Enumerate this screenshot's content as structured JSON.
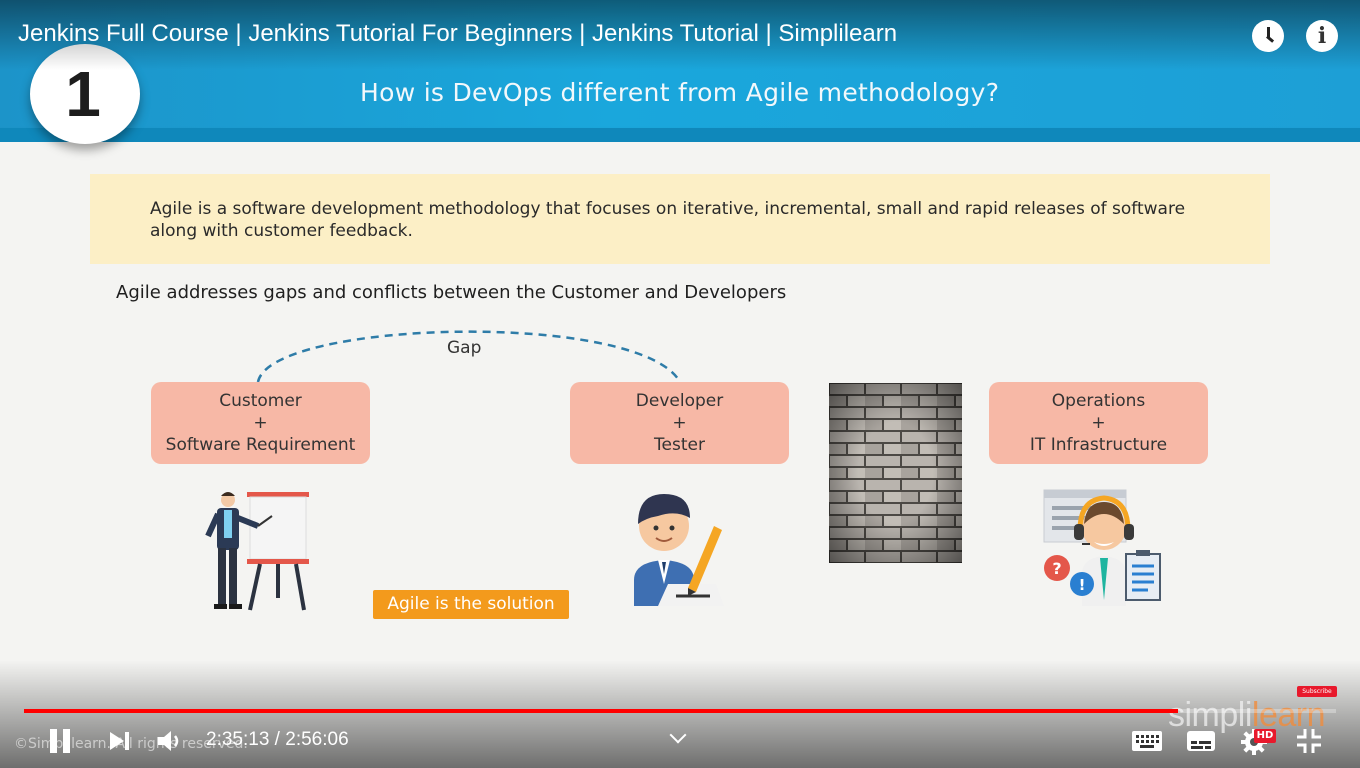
{
  "video": {
    "title": "Jenkins Full Course | Jenkins Tutorial For Beginners | Jenkins Tutorial | Simplilearn",
    "watch_later_icon": "clock-icon",
    "info_icon": "info-icon"
  },
  "slide": {
    "step_number": "1",
    "heading": "How is DevOps different from Agile methodology?",
    "definition": "Agile is a software development methodology that focuses on iterative, incremental, small and rapid releases of software along with customer feedback.",
    "subheading": "Agile addresses gaps and conflicts between the Customer and Developers",
    "gap_label": "Gap",
    "roles": {
      "customer": [
        "Customer",
        "+",
        "Software Requirement"
      ],
      "developer": [
        "Developer",
        "+",
        "Tester"
      ],
      "operations": [
        "Operations",
        "+",
        "IT Infrastructure"
      ]
    },
    "solution": "Agile is the solution",
    "colors": {
      "band": "#1aa7dc",
      "definition_bg": "#fcefc6",
      "role_bg": "#f7b8a6",
      "solution_bg": "#f39a1c"
    }
  },
  "watermark": {
    "copyright": "©Simplilearn. All rights reserved.",
    "brand_pre": "simpli",
    "brand_post": "learn",
    "subscribe": "Subscribe"
  },
  "player": {
    "current_time": "2:35:13",
    "separator": " / ",
    "duration": "2:56:06",
    "progress": 0.8794,
    "hd_badge": "HD",
    "icons": [
      "pause-icon",
      "next-icon",
      "volume-icon",
      "chevron-down-icon",
      "keyboard-icon",
      "subtitles-icon",
      "settings-icon",
      "exit-fullscreen-icon"
    ]
  }
}
